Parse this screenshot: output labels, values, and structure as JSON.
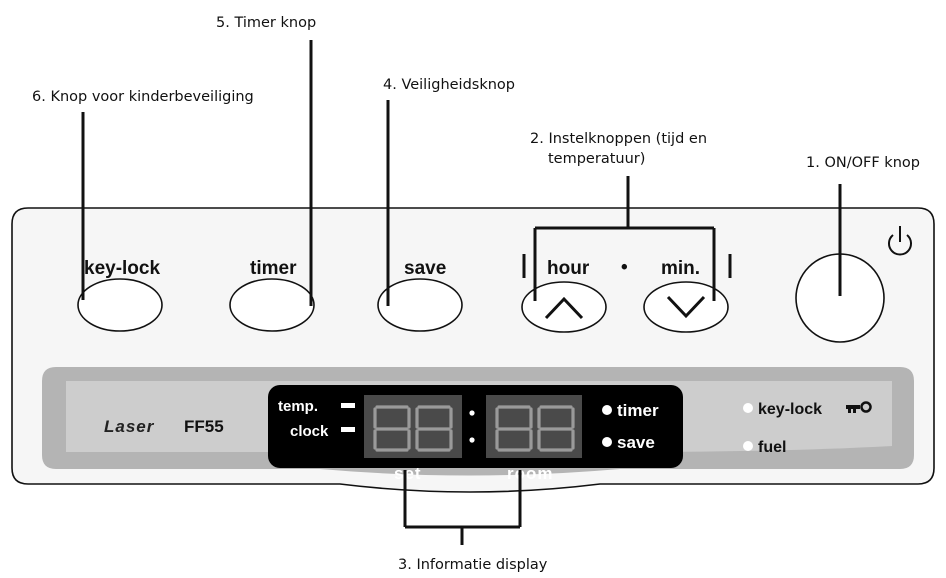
{
  "callouts": {
    "on_off": "1. ON/OFF knop",
    "setting": "2. Instelknoppen (tijd en",
    "setting_line2": "temperatuur)",
    "display": "3. Informatie display",
    "safety": "4. Veiligheidsknop",
    "timer": "5. Timer knop",
    "child_lock": "6. Knop voor kinderbeveiliging"
  },
  "buttons": {
    "key_lock": "key-lock",
    "timer": "timer",
    "save": "save",
    "hour": "hour",
    "min": "min.",
    "separator": "•"
  },
  "display": {
    "brand": "Laser",
    "model": "FF55",
    "temp_label": "temp.",
    "clock_label": "clock",
    "set_label": "set",
    "room_label": "room",
    "set_digits": "88",
    "room_digits": "88",
    "colon": ":",
    "timer_indicator": "timer",
    "save_indicator": "save",
    "key_lock_indicator": "key-lock",
    "fuel_indicator": "fuel"
  },
  "icons": {
    "power": "power-icon",
    "key": "key-icon",
    "up_arrow": "chevron-up-icon",
    "down_arrow": "chevron-down-icon"
  },
  "colors": {
    "panel_fill": "#f6f6f6",
    "display_band": "#b4b4b4",
    "display_black": "#000000",
    "digit_bg": "#4a4a4a",
    "digit_segment": "#9a9a9a"
  }
}
